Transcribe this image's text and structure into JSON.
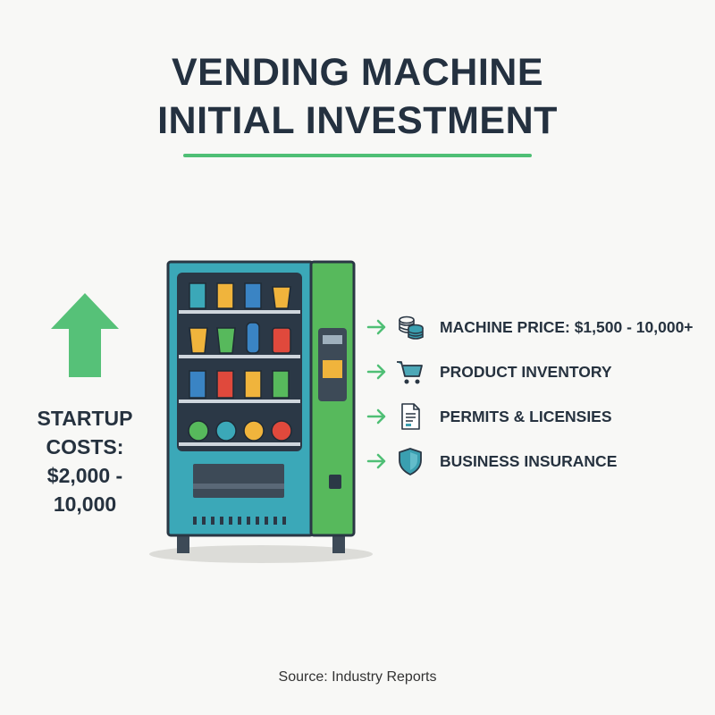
{
  "title": {
    "line1": "VENDING MACHINE",
    "line2": "INITIAL INVESTMENT"
  },
  "startup": {
    "line1": "STARTUP",
    "line2": "COSTS:",
    "line3": "$2,000 -",
    "line4": "10,000"
  },
  "items": [
    {
      "label": "MACHINE PRICE: $1,500 - 10,000+",
      "icon": "coins-icon"
    },
    {
      "label": "PRODUCT INVENTORY",
      "icon": "shopping-cart-icon"
    },
    {
      "label": "PERMITS & LICENSIES",
      "icon": "document-icon"
    },
    {
      "label": "BUSINESS INSURANCE",
      "icon": "shield-icon"
    }
  ],
  "source": "Source: Industry Reports",
  "colors": {
    "accent_green": "#4fbf75",
    "machine_teal": "#3aa7b8",
    "machine_side_green": "#56b85a",
    "text_dark": "#243140",
    "icon_teal": "#3a9fb0"
  }
}
